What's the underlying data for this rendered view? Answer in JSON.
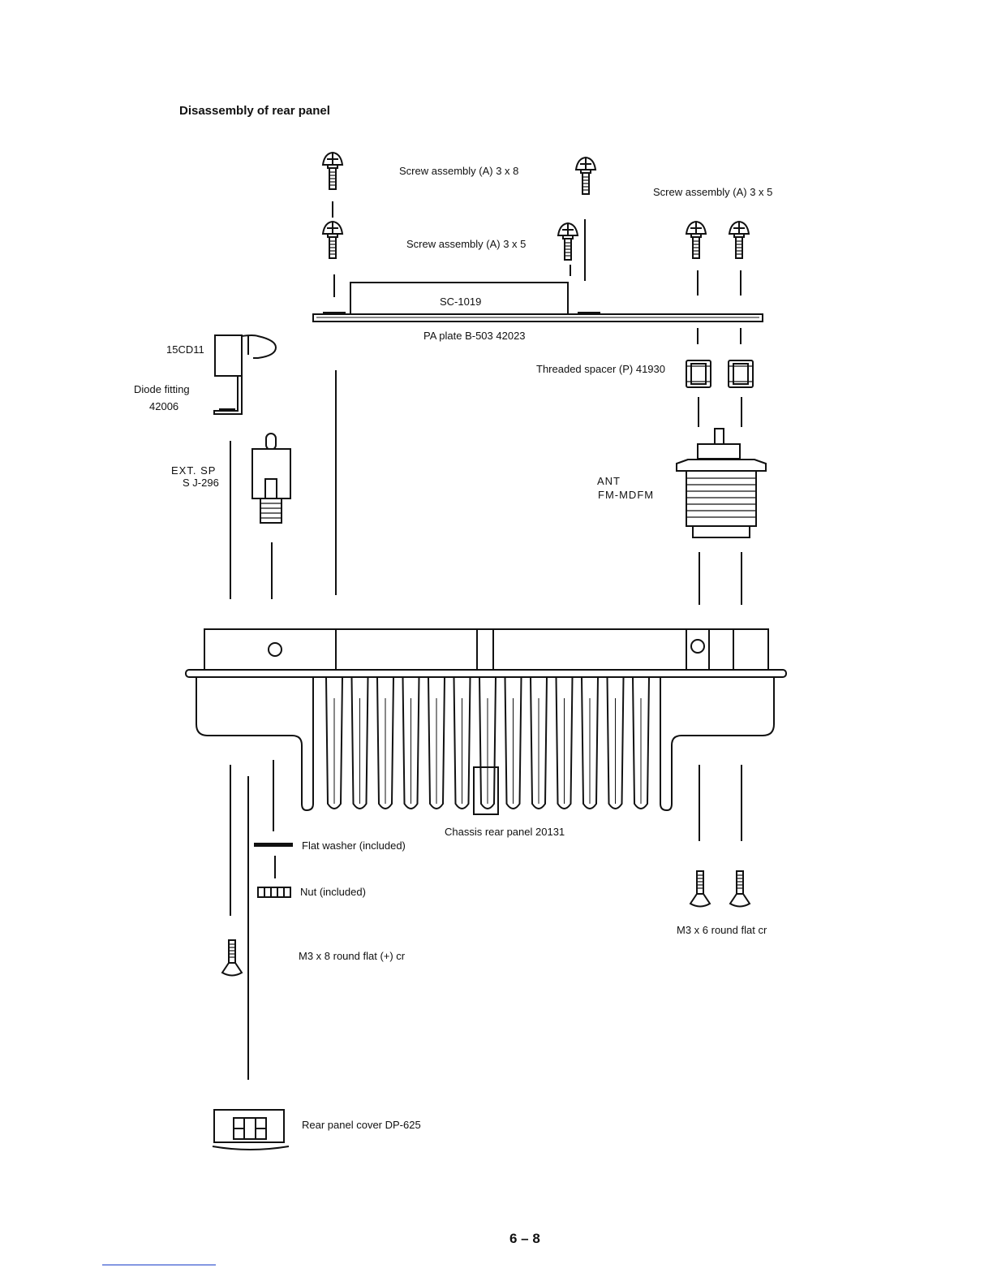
{
  "document": {
    "title": "Disassembly of rear panel",
    "page_number": "6 – 8"
  },
  "labels": {
    "screw_a_3x8": "Screw assembly (A) 3 x 8",
    "screw_a_3x5_mid": "Screw assembly (A) 3 x 5",
    "screw_a_3x5_right": "Screw assembly (A) 3 x 5",
    "sc_board": "SC-1019",
    "pa_plate": "PA plate B-503 42023",
    "diode": "15CD11",
    "diode_fitting": "Diode fitting",
    "diode_fitting_no": "42006",
    "threaded_spacer": "Threaded spacer (P) 41930",
    "ext_sp": "EXT. SP",
    "ext_sp_part": "S J-296",
    "ant": "ANT",
    "ant_part": "FM-MDFM",
    "chassis_rear_panel": "Chassis rear panel 20131",
    "flat_washer": "Flat washer (included)",
    "nut": "Nut (included)",
    "m3x6": "M3 x 6 round flat cr",
    "m3x8": "M3 x 8 round flat (+) cr",
    "rear_panel_cover": "Rear panel cover DP-625"
  }
}
